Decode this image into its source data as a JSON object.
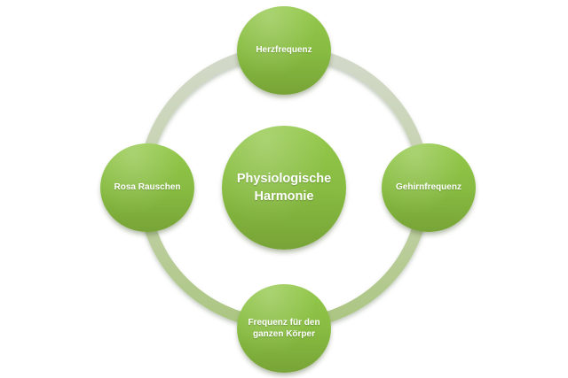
{
  "diagram": {
    "type": "cycle",
    "center_label": "Physiologische Harmonie",
    "nodes": [
      {
        "position": "top",
        "label": "Herzfrequenz"
      },
      {
        "position": "right",
        "label": "Gehirnfrequenz"
      },
      {
        "position": "bottom",
        "label": "Frequenz für den ganzen Körper"
      },
      {
        "position": "left",
        "label": "Rosa Rauschen"
      }
    ],
    "colors": {
      "node_gradient_top": "#94c94c",
      "node_gradient_bottom": "#78a437",
      "ring_gradient_top": "#d3d9ca",
      "ring_gradient_bottom": "#abc581",
      "label_text": "#ffffff",
      "background": "#ffffff"
    }
  }
}
